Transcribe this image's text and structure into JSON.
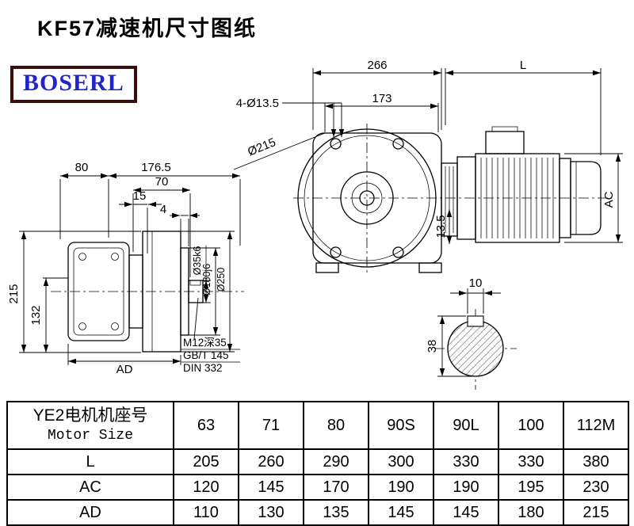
{
  "page": {
    "title": "KF57减速机尺寸图纸",
    "logo_text": "BOSERL",
    "logo_text_color": "#2323cc",
    "logo_border_color": "#3a0d0d",
    "line_color": "#000000",
    "background": "#ffffff"
  },
  "front_view": {
    "dim_width": "266",
    "dim_motor_length": "L",
    "dim_flange_width": "173",
    "bolt_holes": "4-Ø13.5",
    "flange_diameter": "Ø215",
    "dim_gap": "13.5",
    "dim_motor_height": "AC"
  },
  "side_view": {
    "dim_80": "80",
    "dim_176_5": "176.5",
    "dim_70": "70",
    "dim_15": "15",
    "dim_4": "4",
    "dim_height": "215",
    "dim_center_height": "132",
    "dim_AD": "AD",
    "shaft_diameter": "Ø35k6",
    "spigot_diameter": "Ø180j6",
    "flange_od": "Ø250",
    "note_tap": "M12深35",
    "note_std1": "GB/T 145",
    "note_std2": "DIN 332"
  },
  "shaft_section": {
    "key_width": "10",
    "key_height": "38"
  },
  "table": {
    "header_cn": "YE2电机机座号",
    "header_en": "Motor Size",
    "motor_sizes": [
      "63",
      "71",
      "80",
      "90S",
      "90L",
      "100",
      "112M"
    ],
    "rows": [
      {
        "label": "L",
        "values": [
          "205",
          "260",
          "290",
          "300",
          "330",
          "330",
          "380"
        ]
      },
      {
        "label": "AC",
        "values": [
          "120",
          "145",
          "170",
          "190",
          "190",
          "195",
          "230"
        ]
      },
      {
        "label": "AD",
        "values": [
          "110",
          "130",
          "135",
          "145",
          "145",
          "180",
          "215"
        ]
      }
    ]
  }
}
